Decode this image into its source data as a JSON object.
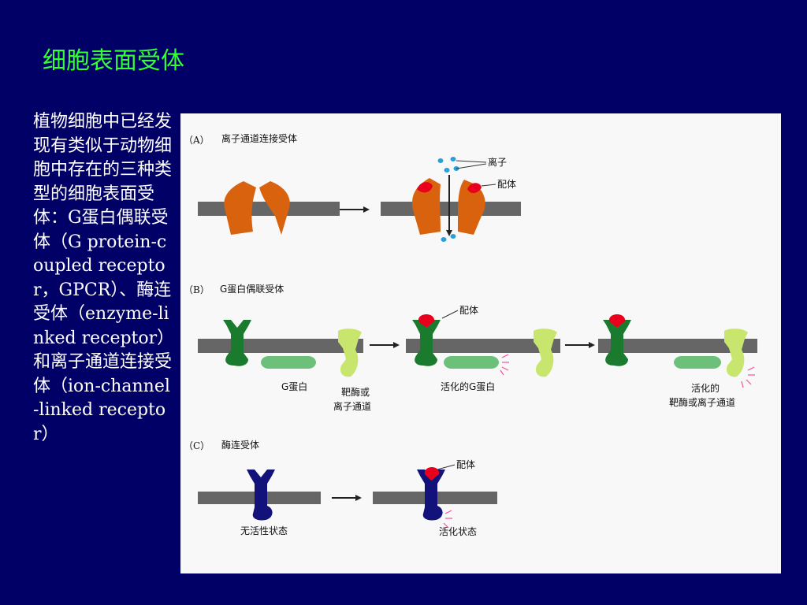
{
  "slide": {
    "title": "细胞表面受体",
    "body": "植物细胞中已经发现有类似于动物细胞中存在的三种类型的细胞表面受体：G蛋白偶联受体（G protein-coupled receptor，GPCR）、酶连受体（enzyme-linked receptor）和离子通道连接受体（ion-channel-linked receptor）"
  },
  "figure": {
    "panel_a": {
      "marker": "（A）",
      "title": "离子通道连接受体",
      "ion_label": "离子",
      "ligand_label": "配体"
    },
    "panel_b": {
      "marker": "（B）",
      "title": "G蛋白偶联受体",
      "ligand_label": "配体",
      "g_protein_label": "G蛋白",
      "target_line1": "靶酶或",
      "target_line2": "离子通道",
      "active_g_label": "活化的G蛋白",
      "active_target_line1": "活化的",
      "active_target_line2": "靶酶或离子通道"
    },
    "panel_c": {
      "marker": "（C）",
      "title": "酶连受体",
      "ligand_label": "配体",
      "inactive_label": "无活性状态",
      "active_label": "活化状态"
    }
  },
  "colors": {
    "background": "#000066",
    "title": "#33ff33",
    "membrane": "#666666",
    "ion_channel": "#d9620f",
    "ligand": "#e8001c",
    "gpcr": "#1a7a2e",
    "g_protein": "#6cc07a",
    "target": "#c8e66e",
    "enzyme_receptor": "#12127a",
    "ion": "#2a9fd6"
  }
}
